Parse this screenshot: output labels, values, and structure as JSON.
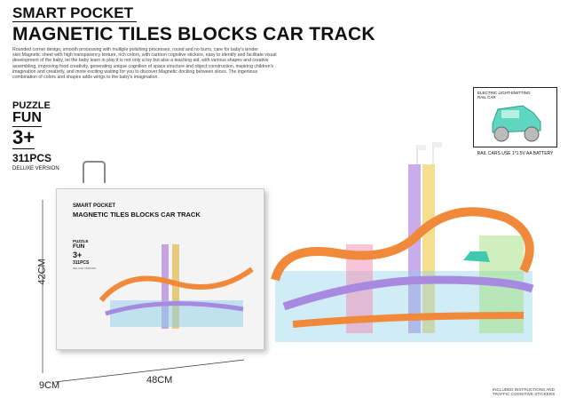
{
  "header": {
    "brand": "SMART POCKET",
    "title": "MAGNETIC TILES BLOCKS CAR TRACK",
    "description": "Rounded corner design, smooth processing with multiple polishing processes, round and no burrs, care for baby's tender skin;Magnetic sheet with high transparency texture, rich colors, with cartoon cognitive stickers, easy to identify and facilitate visual development of the baby, let the baby learn in play;it is not only a toy but also a teaching aid, with various shapes and creative assembling, improving food creativity, generating unique cognition of space structure and object construction, inspiring children's imagination and creativity, and more exciting waiting for you to discover;Magnetic docking between slices. The ingenious combination of colors and shapes adds wings to the baby's imagination."
  },
  "badges": {
    "puzzle": "PUZZLE",
    "fun": "FUN",
    "age": "3+",
    "pieces": "311PCS",
    "version": "DELUXE VERSION"
  },
  "car_inset": {
    "label": "ELECTRIC LIGHT-EMITTING RAIL CAR",
    "battery_note": "RAIL CARS USE 1*1.5V AA BATTERY"
  },
  "dimensions": {
    "height": "42CM",
    "width": "48CM",
    "depth": "9CM"
  },
  "footer_note": "INCLUDED INSTRUCTIONS AND TRAFFIC COGNITIVE STICKERS",
  "colors": {
    "text": "#111111",
    "car": "#3fc9b0",
    "track": "#f08a3a",
    "tile_purple": "#9a6fd0"
  }
}
